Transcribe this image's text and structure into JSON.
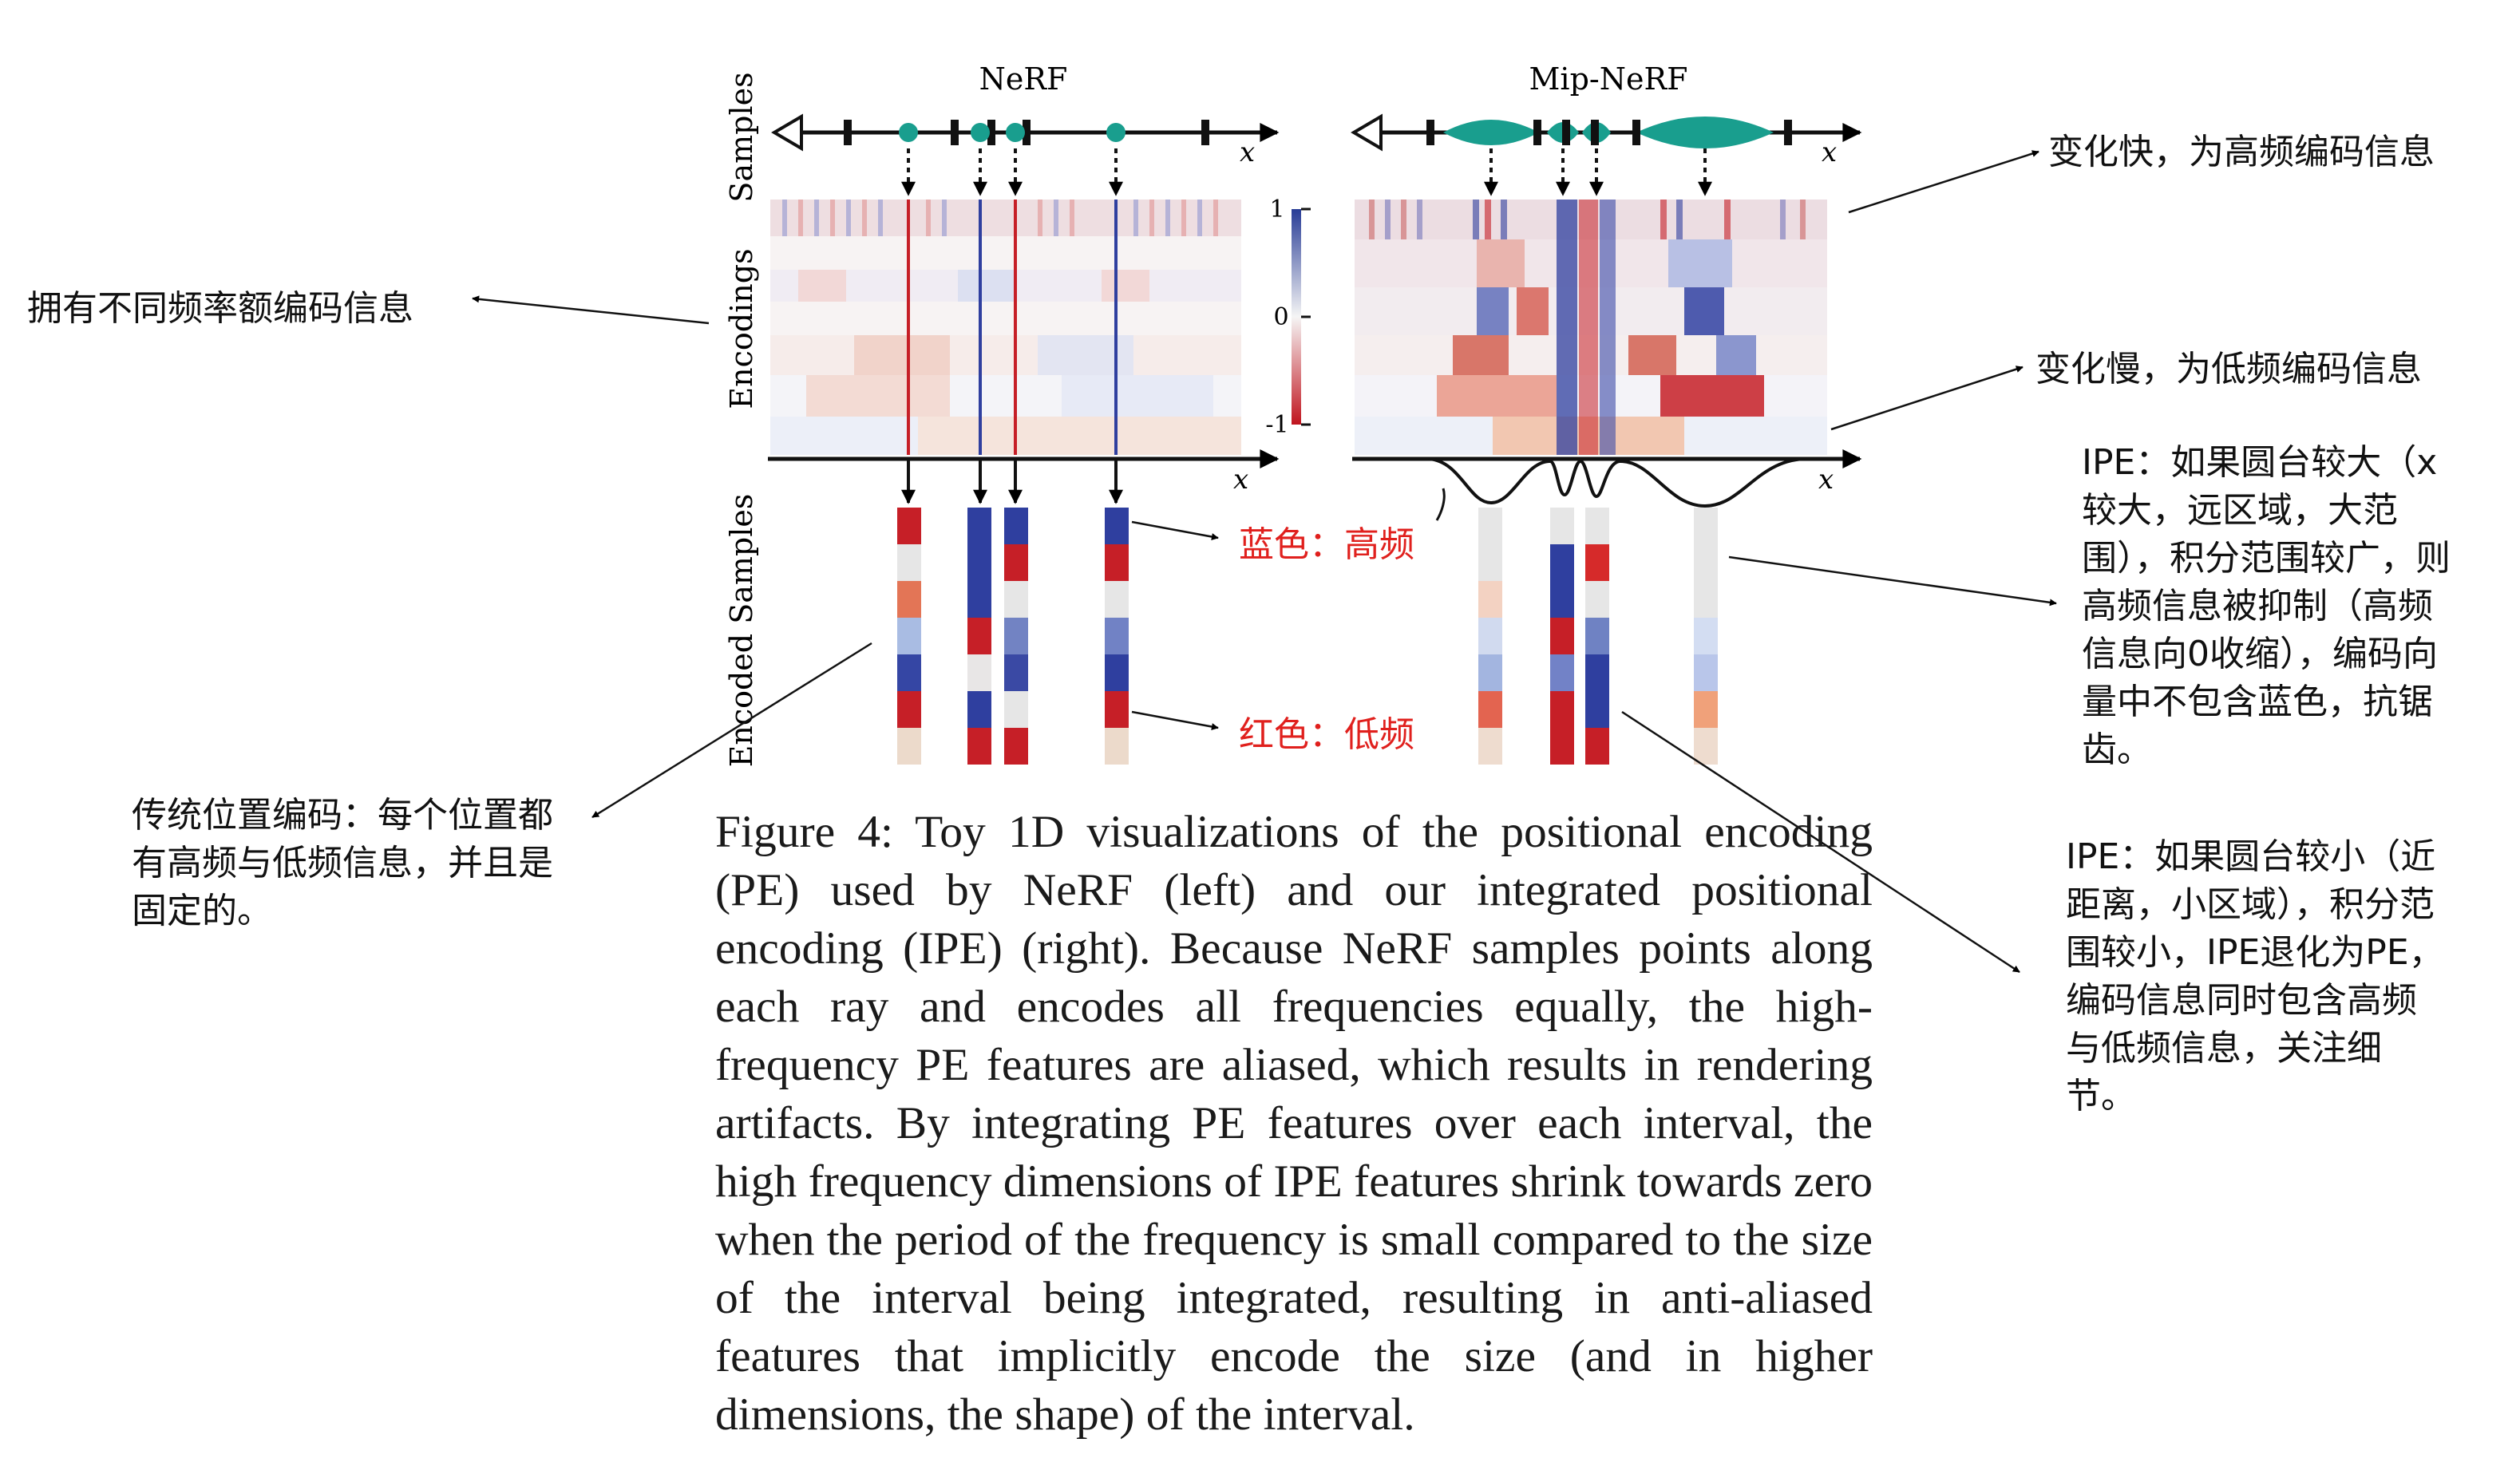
{
  "figure": {
    "nerf_title": "NeRF",
    "mip_title": "Mip-NeRF",
    "row_samples": "Samples",
    "row_encodings": "Encodings",
    "row_encoded": "Encoded Samples",
    "axis_x": "x",
    "colorbar_ticks": [
      "1",
      "0",
      "-1"
    ],
    "colors": {
      "accent": "#199e8e",
      "blue": "#2f3f9f",
      "red": "#c61f27",
      "neutral": "#e6e6e6"
    },
    "nerf_encoded_columns": [
      [
        "#c61f27",
        "#e6e6e6",
        "#e37556",
        "#a9bce3",
        "#3546a4",
        "#c61f27",
        "#ecdacb"
      ],
      [
        "#2f3f9f",
        "#2f3f9f",
        "#2f3f9f",
        "#c61f27",
        "#e8e6e6",
        "#2f3f9f",
        "#c61f27"
      ],
      [
        "#2f3f9f",
        "#c61f27",
        "#e6e6e6",
        "#7283c3",
        "#3a49a4",
        "#e6e6e6",
        "#c61f27"
      ],
      [
        "#2f3f9f",
        "#c61f27",
        "#e6e6e6",
        "#7182c5",
        "#2f3f9f",
        "#c61f27",
        "#ecdacb"
      ]
    ],
    "mip_encoded_columns": [
      [
        "#e6e6e6",
        "#e6e6e6",
        "#f3d2c2",
        "#d1daef",
        "#a3b5e0",
        "#e36450",
        "#eedccf"
      ],
      [
        "#e6e6e6",
        "#2f3f9f",
        "#2f3f9f",
        "#c61f27",
        "#7282c7",
        "#c61f27",
        "#c61f27"
      ],
      [
        "#e6e6e6",
        "#d62a2a",
        "#e6e6e6",
        "#6f82c3",
        "#2f3f9f",
        "#2f3f9f",
        "#c61f27"
      ],
      [
        "#e6e6e6",
        "#e6e6e6",
        "#e6e6e6",
        "#d3ddf2",
        "#b9c6ea",
        "#f0a17a",
        "#eedccf"
      ]
    ]
  },
  "annotations": {
    "left_top": "拥有不同频率额编码信息",
    "left_bottom": "传统位置编码：每个位置都有高频与低频信息，并且是固定的。",
    "blue_label": "蓝色：高频",
    "red_label": "红色：低频",
    "right_fast": "变化快，为高频编码信息",
    "right_slow": "变化慢，为低频编码信息",
    "ipe_large": "IPE：如果圆台较大（x较大，远区域，大范围），积分范围较广，则高频信息被抑制（高频信息向0收缩），编码向量中不包含蓝色，抗锯齿。",
    "ipe_small": "IPE：如果圆台较小（近距离，小区域），积分范围较小，IPE退化为PE，编码信息同时包含高频与低频信息，关注细节。"
  },
  "caption": "Figure 4: Toy 1D visualizations of the positional encoding (PE) used by NeRF (left) and our integrated positional encoding (IPE) (right). Because NeRF samples points along each ray and encodes all frequencies equally, the high-frequency PE features are aliased, which results in rendering artifacts. By integrating PE features over each interval, the high frequency dimensions of IPE features shrink towards zero when the period of the frequency is small compared to the size of the interval being integrated, resulting in anti-aliased features that implicitly encode the size (and in higher dimensions, the shape) of the interval."
}
